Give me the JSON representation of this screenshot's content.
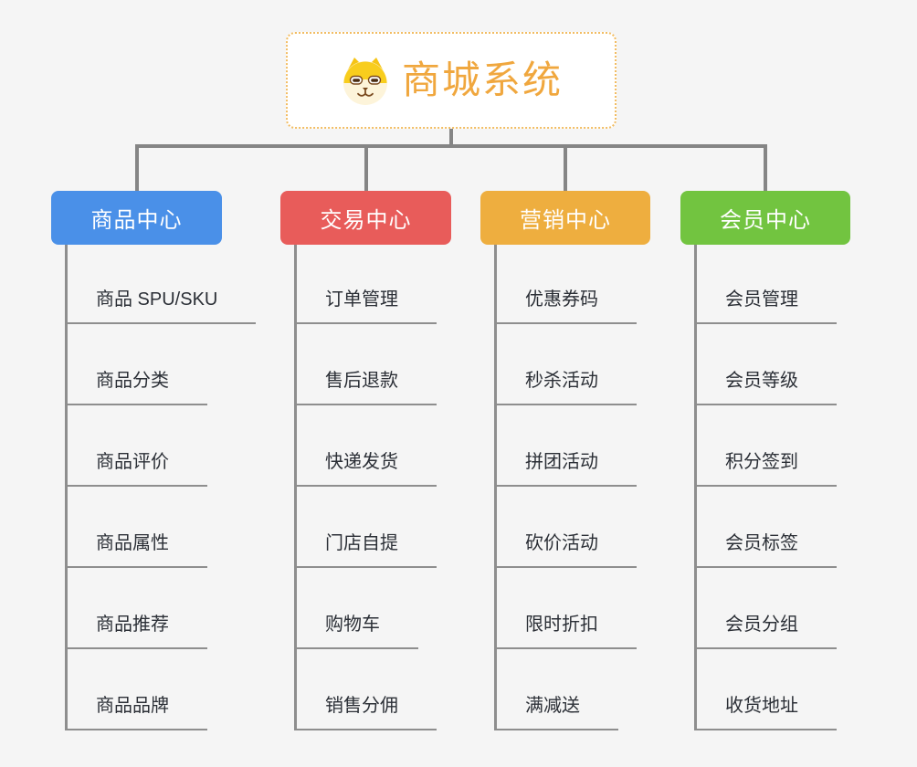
{
  "root": {
    "title": "商城系统",
    "icon": "dog-icon"
  },
  "branches": [
    {
      "id": "product-center",
      "label": "商品中心",
      "color": "#4a90e8",
      "children": [
        "商品 SPU/SKU",
        "商品分类",
        "商品评价",
        "商品属性",
        "商品推荐",
        "商品品牌"
      ]
    },
    {
      "id": "trade-center",
      "label": "交易中心",
      "color": "#e85c5a",
      "children": [
        "订单管理",
        "售后退款",
        "快递发货",
        "门店自提",
        "购物车",
        "销售分佣"
      ]
    },
    {
      "id": "marketing-center",
      "label": "营销中心",
      "color": "#eeae3f",
      "children": [
        "优惠券码",
        "秒杀活动",
        "拼团活动",
        "砍价活动",
        "限时折扣",
        "满减送"
      ]
    },
    {
      "id": "member-center",
      "label": "会员中心",
      "color": "#72c440",
      "children": [
        "会员管理",
        "会员等级",
        "积分签到",
        "会员标签",
        "会员分组",
        "收货地址"
      ]
    }
  ],
  "colors": {
    "background": "#f5f5f5",
    "connector": "#858585",
    "underline": "#8e8e8e",
    "root_accent": "#f0a73e",
    "root_border": "#f2bd63",
    "child_text": "#2b2f36"
  }
}
